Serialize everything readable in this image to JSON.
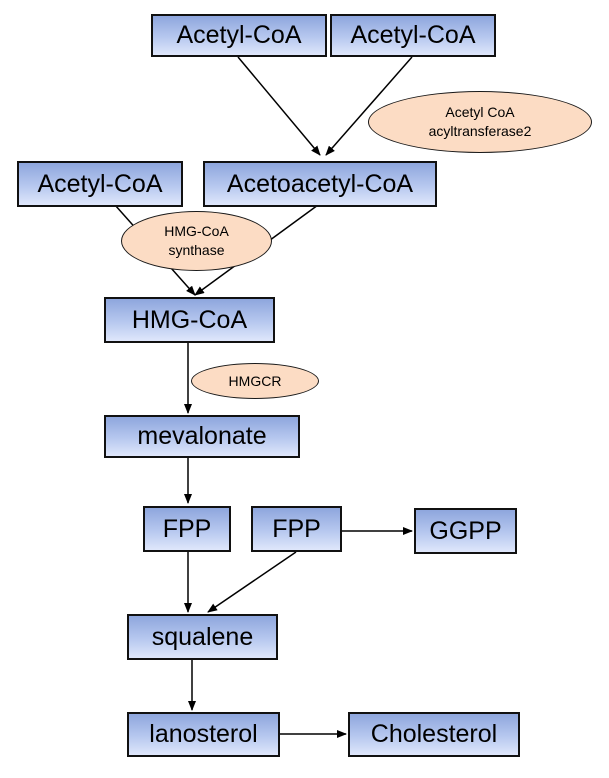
{
  "diagram": {
    "nodes": {
      "acetyl_coa_1": "Acetyl-CoA",
      "acetyl_coa_2": "Acetyl-CoA",
      "acetyl_coa_3": "Acetyl-CoA",
      "acetoacetyl_coa": "Acetoacetyl-CoA",
      "hmg_coa": "HMG-CoA",
      "mevalonate": "mevalonate",
      "fpp_1": "FPP",
      "fpp_2": "FPP",
      "ggpp": "GGPP",
      "squalene": "squalene",
      "lanosterol": "lanosterol",
      "cholesterol": "Cholesterol"
    },
    "enzymes": {
      "acetyl_coa_acyltransferase2": {
        "line1": "Acetyl CoA",
        "line2": "acyltransferase2"
      },
      "hmg_coa_synthase": {
        "line1": "HMG-CoA",
        "line2": "synthase"
      },
      "hmgcr": "HMGCR"
    },
    "edges": [
      {
        "from": "acetyl_coa_1",
        "to": "acetoacetyl_coa"
      },
      {
        "from": "acetyl_coa_2",
        "to": "acetoacetyl_coa"
      },
      {
        "from": "acetyl_coa_3",
        "to": "hmg_coa"
      },
      {
        "from": "acetoacetyl_coa",
        "to": "hmg_coa"
      },
      {
        "from": "hmg_coa",
        "to": "mevalonate"
      },
      {
        "from": "mevalonate",
        "to": "fpp_1"
      },
      {
        "from": "fpp_1",
        "to": "squalene"
      },
      {
        "from": "fpp_2",
        "to": "squalene"
      },
      {
        "from": "fpp_2",
        "to": "ggpp"
      },
      {
        "from": "squalene",
        "to": "lanosterol"
      },
      {
        "from": "lanosterol",
        "to": "cholesterol"
      }
    ]
  }
}
